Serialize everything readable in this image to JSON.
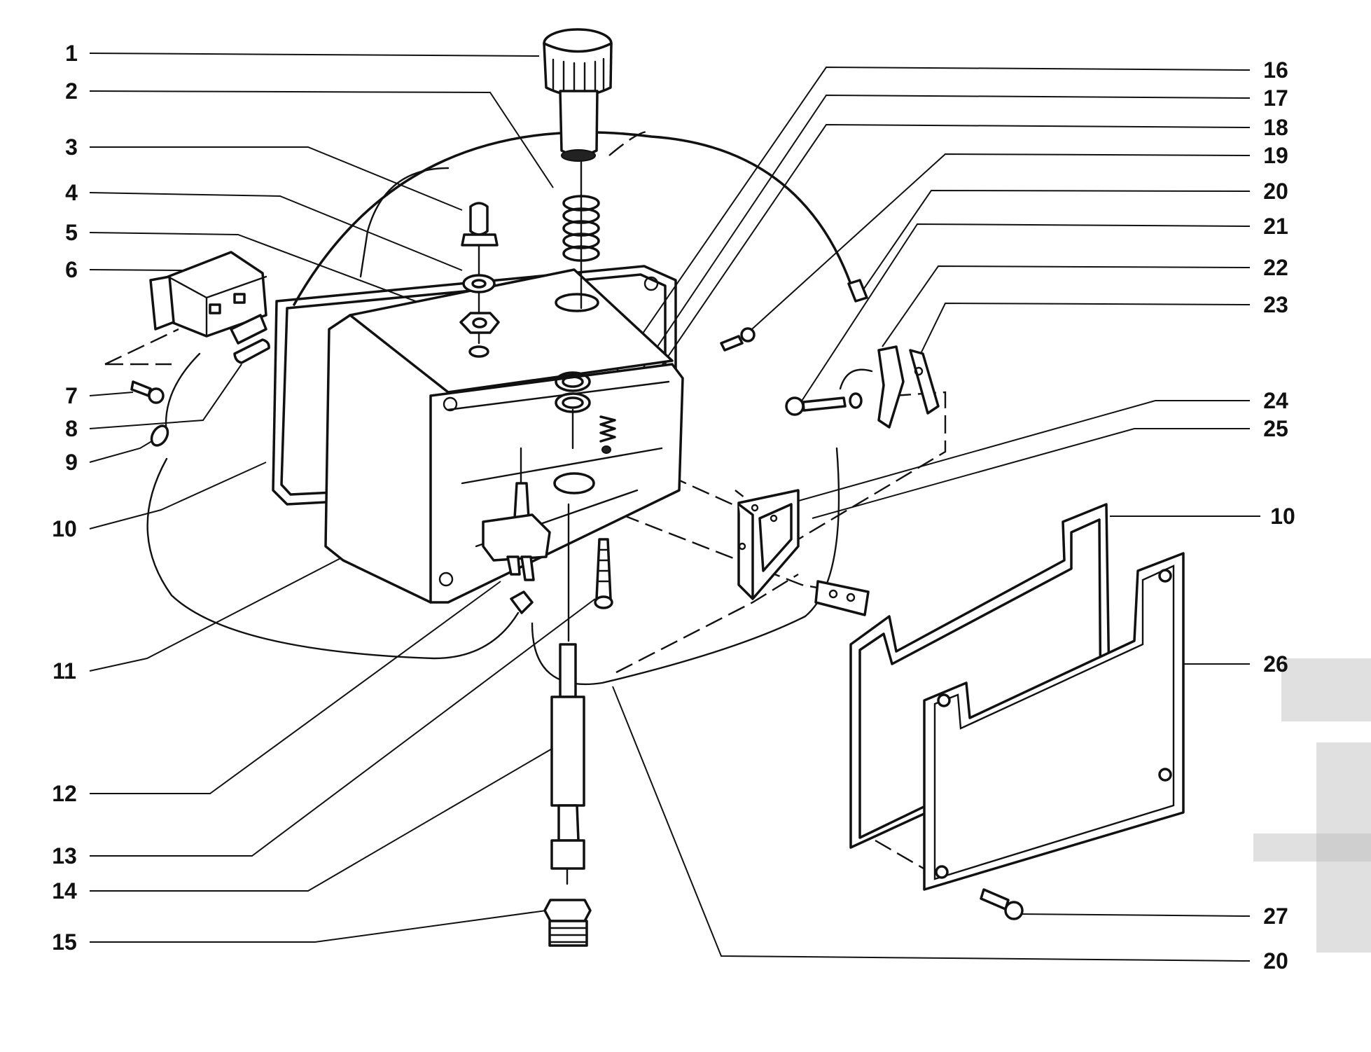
{
  "callouts_left": [
    {
      "id": "c1",
      "text": "1",
      "part": "knurled-knob"
    },
    {
      "id": "c2",
      "text": "2",
      "part": "spring"
    },
    {
      "id": "c3",
      "text": "3",
      "part": "toggle-pin"
    },
    {
      "id": "c4",
      "text": "4",
      "part": "lock-washer"
    },
    {
      "id": "c5",
      "text": "5",
      "part": "hex-nut"
    },
    {
      "id": "c6",
      "text": "6",
      "part": "relay-block"
    },
    {
      "id": "c7",
      "text": "7",
      "part": "screw"
    },
    {
      "id": "c8",
      "text": "8",
      "part": "fuse"
    },
    {
      "id": "c9",
      "text": "9",
      "part": "ring-terminal"
    },
    {
      "id": "c10",
      "text": "10",
      "part": "gasket"
    },
    {
      "id": "c11",
      "text": "11",
      "part": "housing"
    },
    {
      "id": "c12",
      "text": "12",
      "part": "toggle-switch"
    },
    {
      "id": "c13",
      "text": "13",
      "part": "bolt"
    },
    {
      "id": "c14",
      "text": "14",
      "part": "tube"
    },
    {
      "id": "c15",
      "text": "15",
      "part": "threaded-fitting"
    }
  ],
  "callouts_right": [
    {
      "id": "c16",
      "text": "16",
      "part": "o-ring"
    },
    {
      "id": "c17",
      "text": "17",
      "part": "o-ring"
    },
    {
      "id": "c18",
      "text": "18",
      "part": "small-spring"
    },
    {
      "id": "c19",
      "text": "19",
      "part": "screw"
    },
    {
      "id": "c20a",
      "text": "20",
      "part": "wire-terminal"
    },
    {
      "id": "c21",
      "text": "21",
      "part": "bolt"
    },
    {
      "id": "c22",
      "text": "22",
      "part": "clamp"
    },
    {
      "id": "c23",
      "text": "23",
      "part": "terminal-plate"
    },
    {
      "id": "c24",
      "text": "24",
      "part": "bracket"
    },
    {
      "id": "c25",
      "text": "25",
      "part": "terminal-block"
    },
    {
      "id": "c10b",
      "text": "10",
      "part": "gasket"
    },
    {
      "id": "c26",
      "text": "26",
      "part": "cover-plate"
    },
    {
      "id": "c27",
      "text": "27",
      "part": "cover-screw"
    },
    {
      "id": "c20b",
      "text": "20",
      "part": "wire"
    }
  ]
}
